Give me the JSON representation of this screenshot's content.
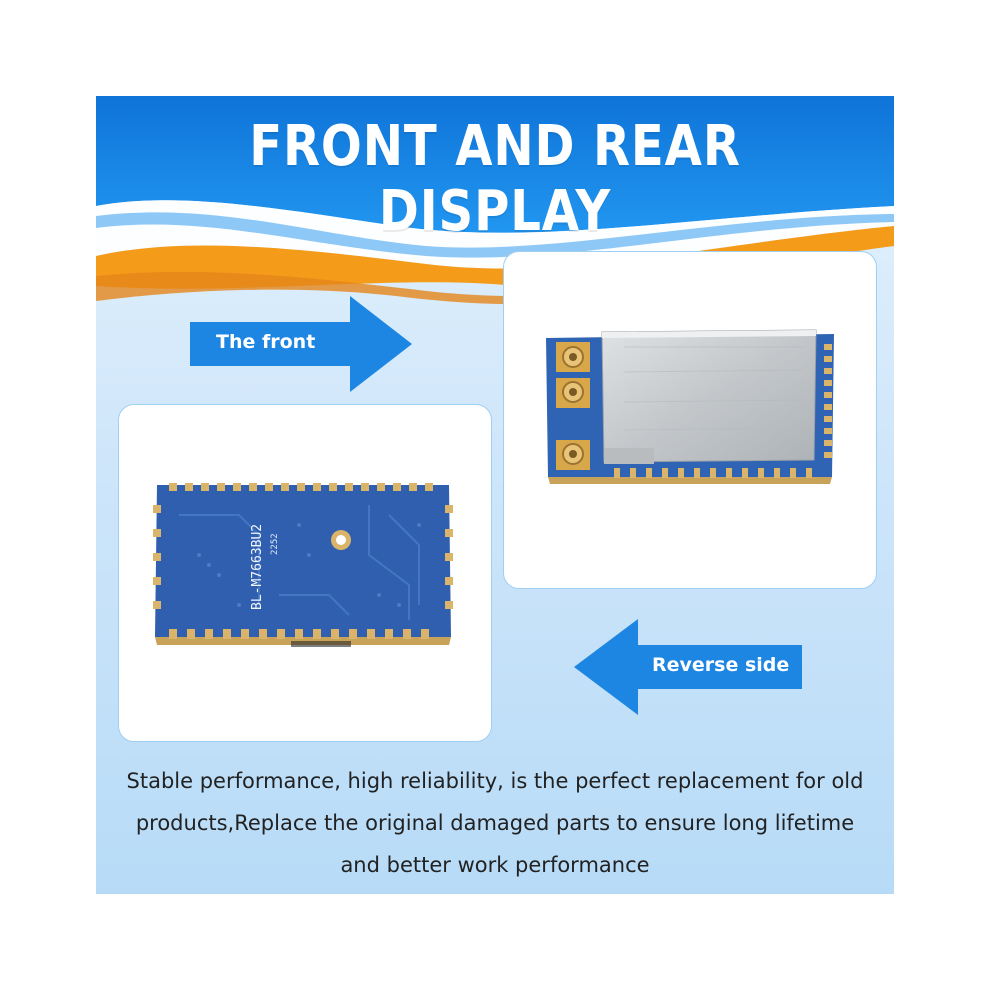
{
  "title": "FRONT AND REAR DISPLAY",
  "arrows": {
    "front_label": "The front",
    "rear_label": "Reverse side"
  },
  "board_label": "BL-M7663BU2",
  "board_small_text": "2252",
  "description": {
    "line1": "Stable performance, high reliability, is the perfect replacement for old",
    "line2": "products,Replace the original damaged parts to ensure long lifetime",
    "line3": "and better work performance"
  },
  "colors": {
    "banner_blue": "#1a86e6",
    "banner_orange": "#f59b1a",
    "arrow_blue": "#1d86e3",
    "board_blue": "#2d5aa8",
    "panel_border": "#9fd0f3",
    "shield_silver": "#c9cccf"
  }
}
